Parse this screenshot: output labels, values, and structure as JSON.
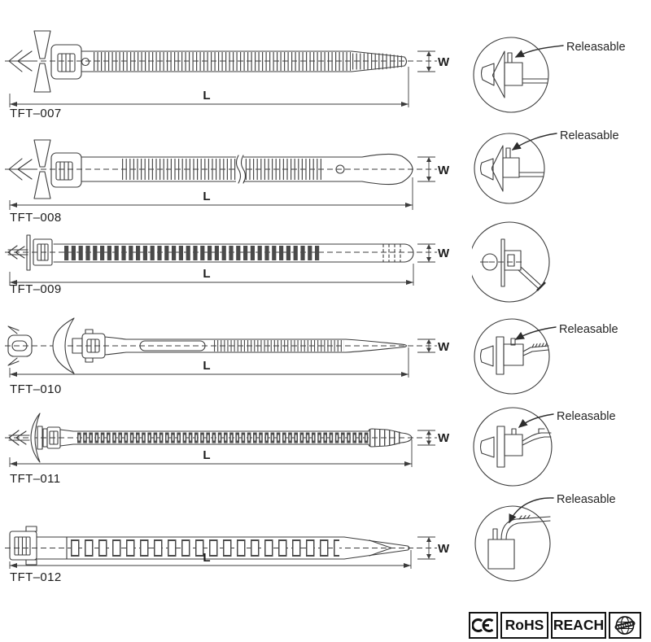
{
  "page": {
    "background": "#ffffff",
    "line_color": "#3c3c3c",
    "text_color": "#1c1c1c"
  },
  "products": [
    {
      "code": "TFT–007",
      "length_label": "L",
      "width_label": "W",
      "callout": "Releasable"
    },
    {
      "code": "TFT–008",
      "length_label": "L",
      "width_label": "W",
      "callout": "Releasable"
    },
    {
      "code": "TFT–009",
      "length_label": "L",
      "width_label": "W"
    },
    {
      "code": "TFT–010",
      "length_label": "L",
      "width_label": "W",
      "callout": "Releasable"
    },
    {
      "code": "TFT–011",
      "length_label": "L",
      "width_label": "W",
      "callout": "Releasable"
    },
    {
      "code": "TFT–012",
      "length_label": "L",
      "width_label": "W",
      "callout": "Releasable"
    }
  ],
  "certifications": {
    "ce_icon": "ce-mark-icon",
    "ce_label": "CE",
    "rohs_label": "RoHS",
    "reach_label": "REACH",
    "globe_icon": "globe-icon"
  }
}
